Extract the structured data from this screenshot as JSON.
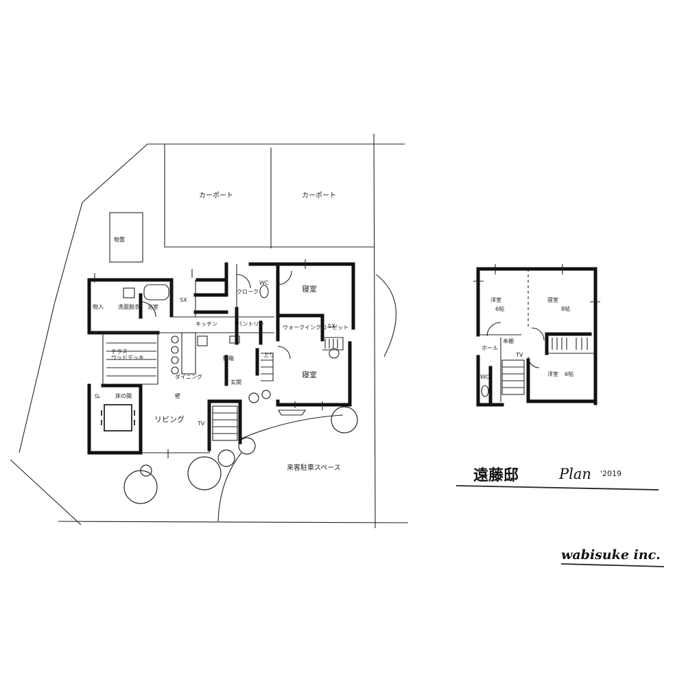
{
  "drawing": {
    "title": "遠藤邸",
    "plan_label": "Plan",
    "year": "'2019",
    "brand": "wabisuke inc."
  },
  "site": {
    "carport_1": "カーポート",
    "carport_2": "カーポート",
    "storage": "物置",
    "guest_parking": "来客駐車スペース"
  },
  "floor1": {
    "storage_left": "物入",
    "washroom": "洗面脱衣",
    "bath": "浴室",
    "sx": "SX",
    "kitchen": "キッチン",
    "pantry": "パントリー",
    "cloak": "クローク",
    "wc": "WC",
    "bedroom_top": "寝室",
    "walkin_closet": "ウォークインクローゼット",
    "sx2": "SX",
    "terrace": "テラス\nウッドデッキ",
    "dining": "ダイニング",
    "living": "リビング",
    "tv": "TV",
    "butsu": "仏",
    "tokonoma": "床の間",
    "genkan": "玄関",
    "shoes": "靴箱",
    "up": "上り",
    "bedroom_bottom": "寝室",
    "kabe": "壁"
  },
  "floor2": {
    "room_left": "洋室",
    "room_left_size": "6帖",
    "bedroom": "寝室",
    "bedroom_size": "8帖",
    "hall": "ホール",
    "bookshelf": "本棚",
    "wc": "WC",
    "room_bottom": "洋室",
    "room_bottom_size": "6帖",
    "tv": "TV"
  }
}
